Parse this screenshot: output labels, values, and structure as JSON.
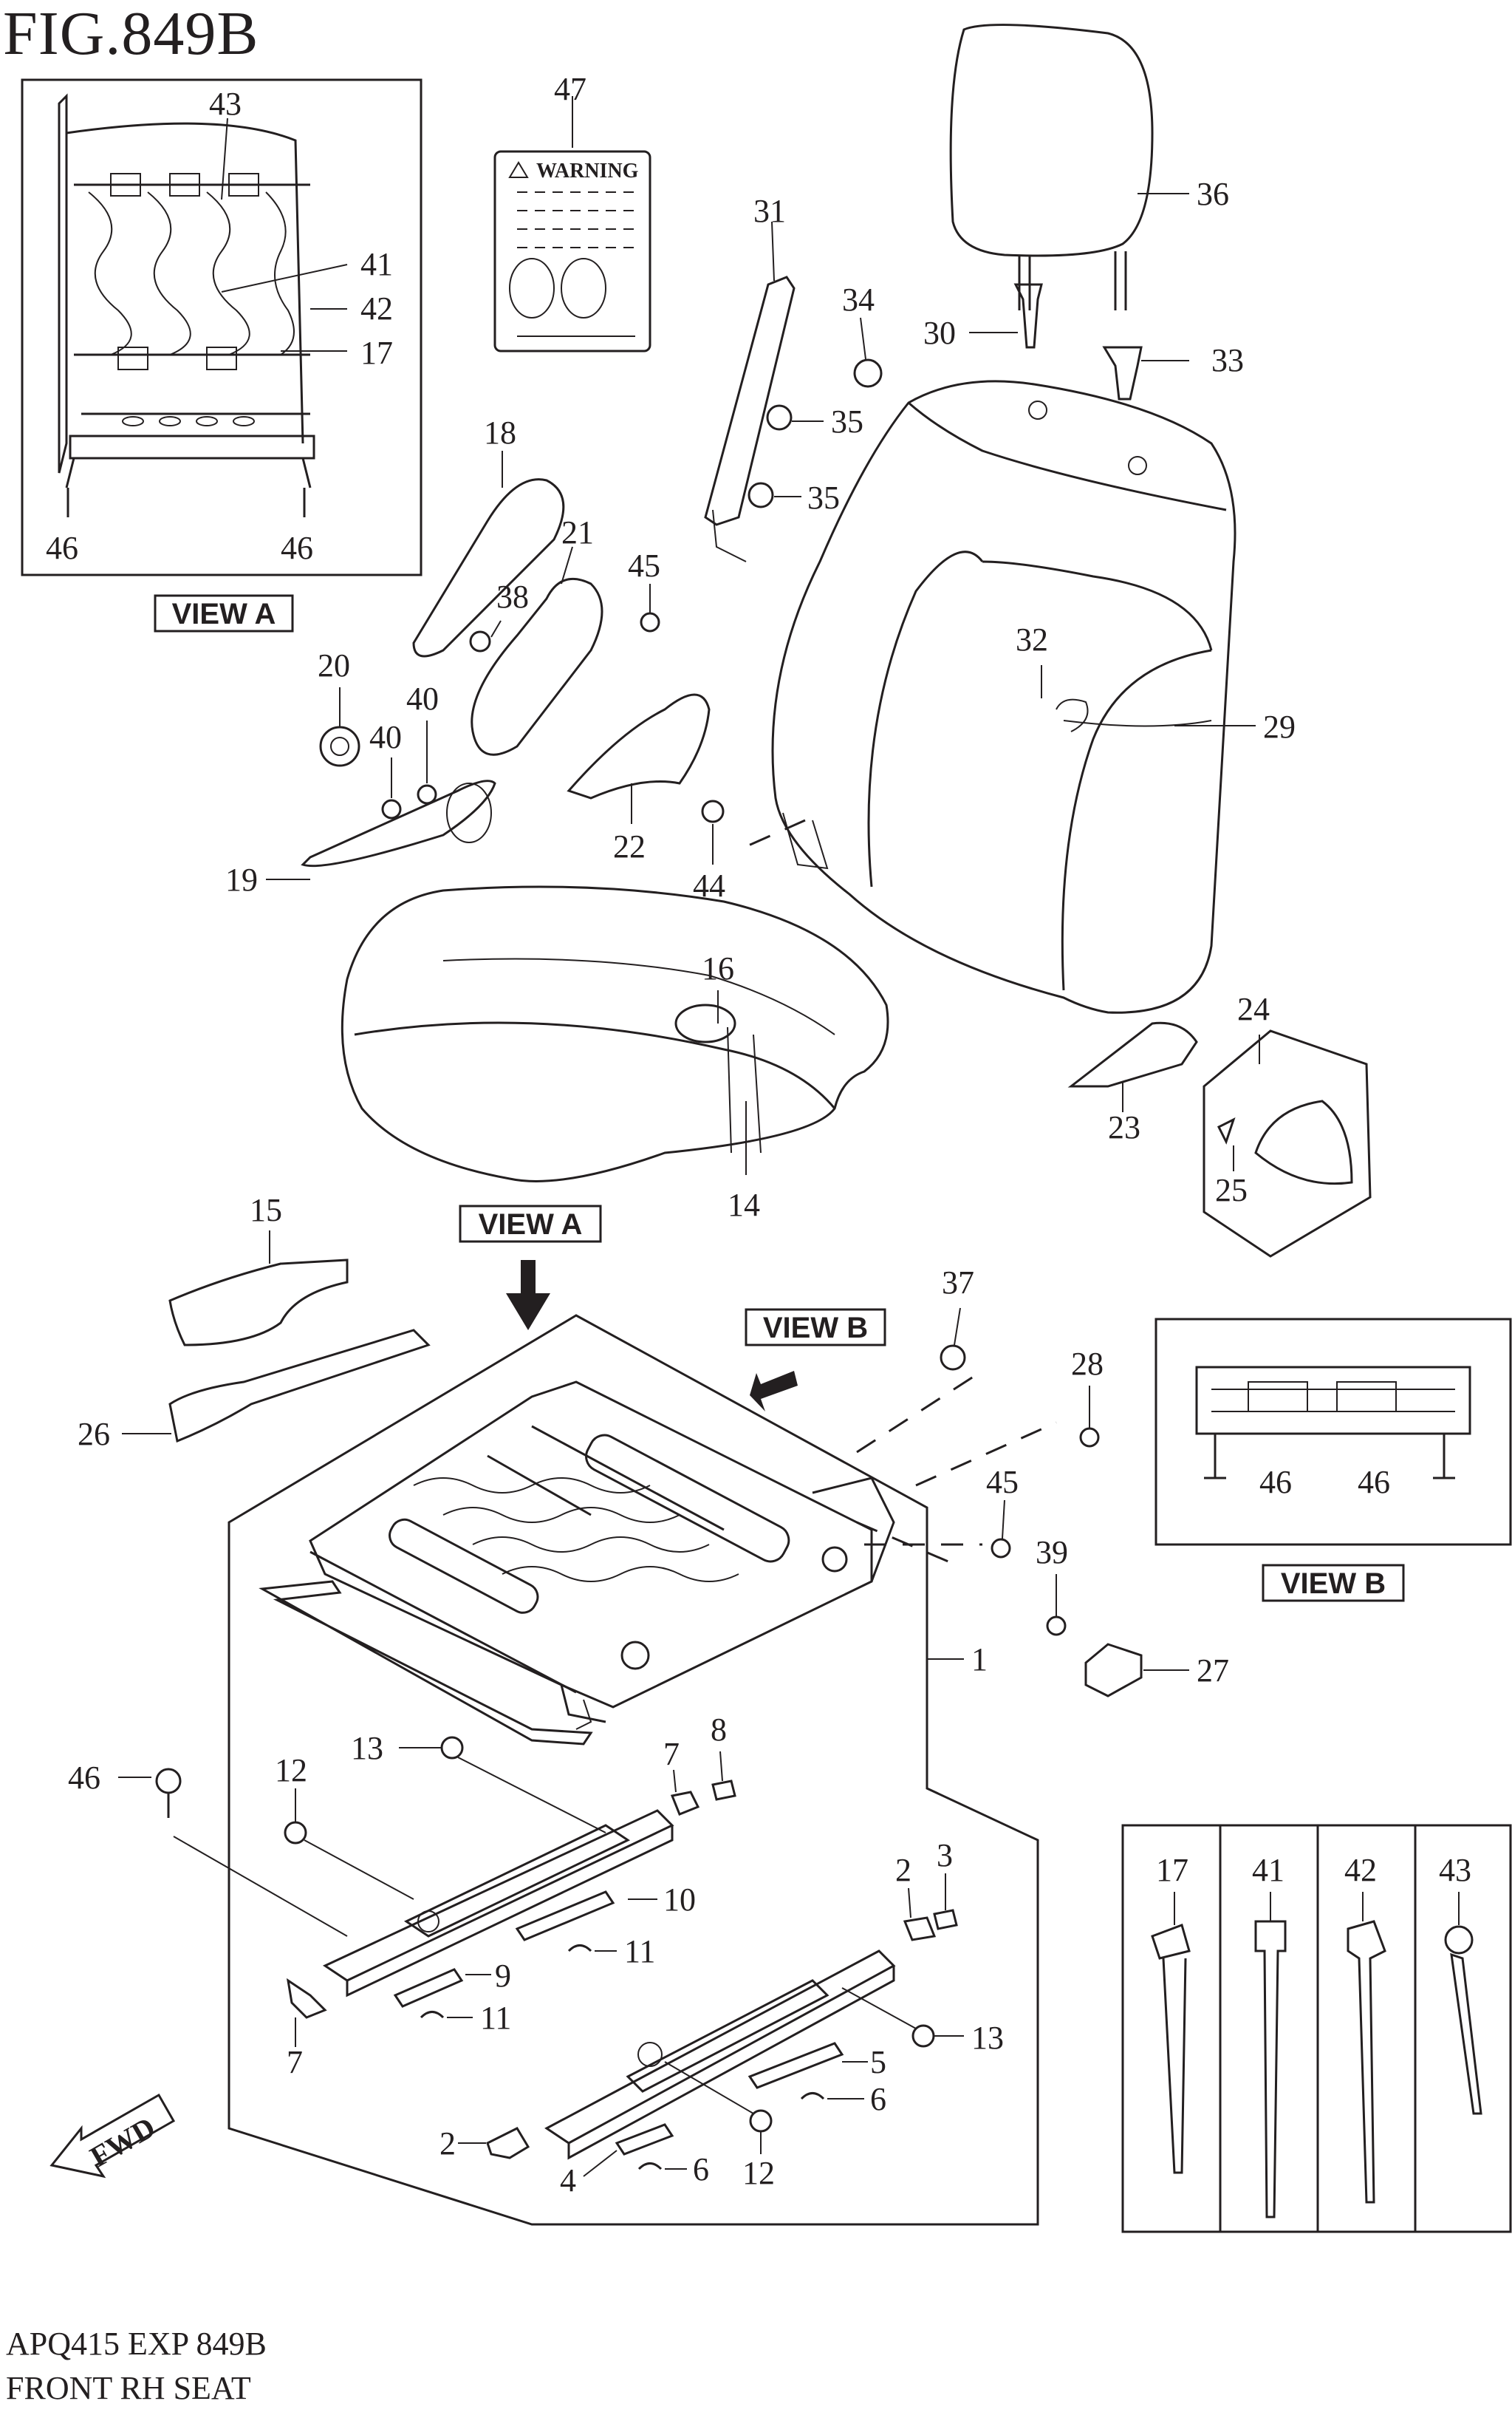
{
  "figure": {
    "title": "FIG.849B"
  },
  "footer": {
    "code": "APQ415 EXP 849B",
    "description": "FRONT RH SEAT"
  },
  "view_labels": {
    "view_a": "VIEW A",
    "view_b": "VIEW B"
  },
  "warning_label": {
    "text": "WARNING"
  },
  "fwd_label": "FWD",
  "callouts": {
    "c1": "1",
    "c2a": "2",
    "c2b": "2",
    "c3": "3",
    "c4": "4",
    "c5": "5",
    "c6a": "6",
    "c6b": "6",
    "c7a": "7",
    "c7b": "7",
    "c8": "8",
    "c9": "9",
    "c10": "10",
    "c11a": "11",
    "c11b": "11",
    "c12a": "12",
    "c12b": "12",
    "c13a": "13",
    "c13b": "13",
    "c14": "14",
    "c15": "15",
    "c16": "16",
    "c17a": "17",
    "c17b": "17",
    "c18": "18",
    "c19": "19",
    "c20": "20",
    "c21": "21",
    "c22": "22",
    "c23": "23",
    "c24": "24",
    "c25": "25",
    "c26": "26",
    "c27": "27",
    "c28": "28",
    "c29": "29",
    "c30": "30",
    "c31": "31",
    "c32": "32",
    "c33": "33",
    "c34": "34",
    "c35a": "35",
    "c35b": "35",
    "c36": "36",
    "c37": "37",
    "c38": "38",
    "c39": "39",
    "c40a": "40",
    "c40b": "40",
    "c41a": "41",
    "c41b": "41",
    "c42a": "42",
    "c42b": "42",
    "c43a": "43",
    "c43b": "43",
    "c44": "44",
    "c45a": "45",
    "c45b": "45",
    "c46a": "46",
    "c46b": "46",
    "c46c": "46",
    "c46d": "46",
    "c46e": "46",
    "c47": "47"
  }
}
